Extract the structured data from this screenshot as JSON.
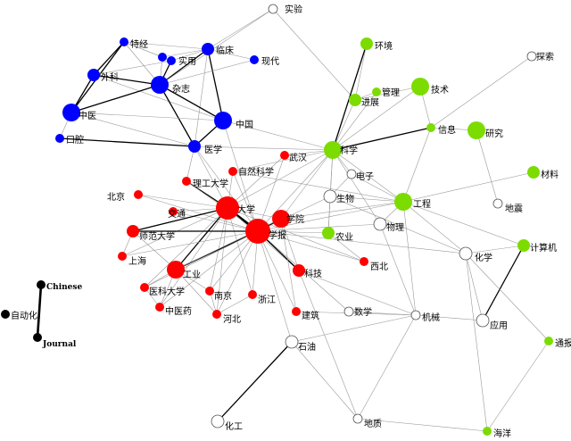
{
  "colors": {
    "blue": "#0000ff",
    "red": "#ff0000",
    "green": "#7cdc00",
    "white": "#ffffff",
    "black": "#000000",
    "edge_light": "#9a9a9a",
    "edge_dark": "#000000"
  },
  "nodes": [
    {
      "id": "shiyan",
      "label": "实验",
      "group": "white",
      "weight": 1
    },
    {
      "id": "tejing",
      "label": "特经",
      "group": "blue",
      "weight": 1
    },
    {
      "id": "bluetop",
      "label": "",
      "group": "blue",
      "weight": 1
    },
    {
      "id": "linchuang",
      "label": "临床",
      "group": "blue",
      "weight": 2
    },
    {
      "id": "shiyong",
      "label": "实用",
      "group": "blue",
      "weight": 1
    },
    {
      "id": "xiandai",
      "label": "现代",
      "group": "blue",
      "weight": 1
    },
    {
      "id": "waike",
      "label": "外科",
      "group": "blue",
      "weight": 2
    },
    {
      "id": "zazhi",
      "label": "杂志",
      "group": "blue",
      "weight": 3
    },
    {
      "id": "zhongyi",
      "label": "中医",
      "group": "blue",
      "weight": 3
    },
    {
      "id": "zhongguo",
      "label": "中国",
      "group": "blue",
      "weight": 3
    },
    {
      "id": "kouqiang",
      "label": "口腔",
      "group": "blue",
      "weight": 1
    },
    {
      "id": "yixue",
      "label": "医学",
      "group": "blue",
      "weight": 2
    },
    {
      "id": "huanjing",
      "label": "环境",
      "group": "green",
      "weight": 2
    },
    {
      "id": "guanli",
      "label": "管理",
      "group": "green",
      "weight": 1
    },
    {
      "id": "jishu",
      "label": "技术",
      "group": "green",
      "weight": 3
    },
    {
      "id": "jinzhan",
      "label": "进展",
      "group": "green",
      "weight": 2
    },
    {
      "id": "xinxi",
      "label": "信息",
      "group": "green",
      "weight": 1
    },
    {
      "id": "yanjiu",
      "label": "研究",
      "group": "green",
      "weight": 3
    },
    {
      "id": "kexue",
      "label": "科学",
      "group": "green",
      "weight": 3
    },
    {
      "id": "cailiao",
      "label": "材料",
      "group": "green",
      "weight": 2
    },
    {
      "id": "gongcheng",
      "label": "工程",
      "group": "green",
      "weight": 3
    },
    {
      "id": "nongye",
      "label": "农业",
      "group": "green",
      "weight": 2
    },
    {
      "id": "jisuanji",
      "label": "计算机",
      "group": "green",
      "weight": 2
    },
    {
      "id": "tongbao",
      "label": "通报",
      "group": "green",
      "weight": 1
    },
    {
      "id": "haiyang",
      "label": "海洋",
      "group": "green",
      "weight": 1
    },
    {
      "id": "tanso",
      "label": "探索",
      "group": "white",
      "weight": 1
    },
    {
      "id": "dianzi",
      "label": "电子",
      "group": "white",
      "weight": 1
    },
    {
      "id": "shengwu",
      "label": "生物",
      "group": "white",
      "weight": 2
    },
    {
      "id": "wuli",
      "label": "物理",
      "group": "white",
      "weight": 2
    },
    {
      "id": "dizhen",
      "label": "地震",
      "group": "white",
      "weight": 1
    },
    {
      "id": "huaxue",
      "label": "化学",
      "group": "white",
      "weight": 2
    },
    {
      "id": "shuxue",
      "label": "数学",
      "group": "white",
      "weight": 1
    },
    {
      "id": "jixie",
      "label": "机械",
      "group": "white",
      "weight": 1
    },
    {
      "id": "yingyong",
      "label": "应用",
      "group": "white",
      "weight": 2
    },
    {
      "id": "shiyou",
      "label": "石油",
      "group": "white",
      "weight": 2
    },
    {
      "id": "huagong",
      "label": "化工",
      "group": "white",
      "weight": 2
    },
    {
      "id": "dizhi",
      "label": "地质",
      "group": "white",
      "weight": 1
    },
    {
      "id": "wuhan",
      "label": "武汉",
      "group": "red",
      "weight": 1
    },
    {
      "id": "ziran",
      "label": "自然科学",
      "group": "red",
      "weight": 1
    },
    {
      "id": "ligong",
      "label": "理工大学",
      "group": "red",
      "weight": 1
    },
    {
      "id": "beijing",
      "label": "北京",
      "group": "red",
      "weight": 1
    },
    {
      "id": "jiaotong",
      "label": "交通",
      "group": "red",
      "weight": 1
    },
    {
      "id": "daxue",
      "label": "大学",
      "group": "red",
      "weight": 4
    },
    {
      "id": "xuebao",
      "label": "学报",
      "group": "red",
      "weight": 5
    },
    {
      "id": "xueyuan",
      "label": "学院",
      "group": "red",
      "weight": 3
    },
    {
      "id": "shifan",
      "label": "师范大学",
      "group": "red",
      "weight": 2
    },
    {
      "id": "shanghai",
      "label": "上海",
      "group": "red",
      "weight": 1
    },
    {
      "id": "xibei",
      "label": "西北",
      "group": "red",
      "weight": 1
    },
    {
      "id": "gongye",
      "label": "工业",
      "group": "red",
      "weight": 3
    },
    {
      "id": "keji",
      "label": "科技",
      "group": "red",
      "weight": 2
    },
    {
      "id": "yike",
      "label": "医科大学",
      "group": "red",
      "weight": 1
    },
    {
      "id": "nanjing",
      "label": "南京",
      "group": "red",
      "weight": 1
    },
    {
      "id": "zhejiang",
      "label": "浙江",
      "group": "red",
      "weight": 1
    },
    {
      "id": "zhongyiyao",
      "label": "中医药",
      "group": "red",
      "weight": 1
    },
    {
      "id": "hebei",
      "label": "河北",
      "group": "red",
      "weight": 1
    },
    {
      "id": "jianzhu",
      "label": "建筑",
      "group": "red",
      "weight": 1
    },
    {
      "id": "chinese",
      "label": "Chinese",
      "group": "black",
      "weight": 1
    },
    {
      "id": "zidonghua",
      "label": "自动化",
      "group": "black",
      "weight": 1
    },
    {
      "id": "journal",
      "label": "Journal",
      "group": "black",
      "weight": 1
    }
  ],
  "edges": [
    {
      "from": "tejing",
      "to": "zazhi",
      "strength": 1
    },
    {
      "from": "tejing",
      "to": "waike",
      "strength": 2
    },
    {
      "from": "tejing",
      "to": "zhongyi",
      "strength": 2
    },
    {
      "from": "tejing",
      "to": "linchuang",
      "strength": 1
    },
    {
      "from": "tejing",
      "to": "shiyong",
      "strength": 1
    },
    {
      "from": "bluetop",
      "to": "zazhi",
      "strength": 1
    },
    {
      "from": "bluetop",
      "to": "tejing",
      "strength": 1
    },
    {
      "from": "bluetop",
      "to": "linchuang",
      "strength": 1
    },
    {
      "from": "linchuang",
      "to": "zazhi",
      "strength": 2
    },
    {
      "from": "linchuang",
      "to": "zhongguo",
      "strength": 2
    },
    {
      "from": "linchuang",
      "to": "shiyan",
      "strength": 1
    },
    {
      "from": "linchuang",
      "to": "xiandai",
      "strength": 1
    },
    {
      "from": "linchuang",
      "to": "shiyong",
      "strength": 1
    },
    {
      "from": "linchuang",
      "to": "yixue",
      "strength": 1
    },
    {
      "from": "shiyong",
      "to": "zazhi",
      "strength": 2
    },
    {
      "from": "shiyong",
      "to": "waike",
      "strength": 1
    },
    {
      "from": "xiandai",
      "to": "zazhi",
      "strength": 1
    },
    {
      "from": "waike",
      "to": "zazhi",
      "strength": 2
    },
    {
      "from": "waike",
      "to": "zhongyi",
      "strength": 2
    },
    {
      "from": "waike",
      "to": "zhongguo",
      "strength": 1
    },
    {
      "from": "zazhi",
      "to": "zhongyi",
      "strength": 2
    },
    {
      "from": "zazhi",
      "to": "zhongguo",
      "strength": 2
    },
    {
      "from": "zazhi",
      "to": "yixue",
      "strength": 2
    },
    {
      "from": "zazhi",
      "to": "shiyan",
      "strength": 1
    },
    {
      "from": "zhongyi",
      "to": "kouqiang",
      "strength": 1
    },
    {
      "from": "zhongyi",
      "to": "yixue",
      "strength": 1
    },
    {
      "from": "zhongyi",
      "to": "zhongguo",
      "strength": 1
    },
    {
      "from": "zhongguo",
      "to": "yixue",
      "strength": 2
    },
    {
      "from": "kouqiang",
      "to": "yixue",
      "strength": 2
    },
    {
      "from": "yixue",
      "to": "kexue",
      "strength": 1
    },
    {
      "from": "yixue",
      "to": "xuebao",
      "strength": 1
    },
    {
      "from": "yixue",
      "to": "daxue",
      "strength": 1
    },
    {
      "from": "yixue",
      "to": "ligong",
      "strength": 1
    },
    {
      "from": "zhongguo",
      "to": "xuebao",
      "strength": 1
    },
    {
      "from": "zhongguo",
      "to": "kexue",
      "strength": 1
    },
    {
      "from": "shiyan",
      "to": "jinzhan",
      "strength": 1
    },
    {
      "from": "huanjing",
      "to": "kexue",
      "strength": 2
    },
    {
      "from": "huanjing",
      "to": "jinzhan",
      "strength": 1
    },
    {
      "from": "guanli",
      "to": "jinzhan",
      "strength": 1
    },
    {
      "from": "guanli",
      "to": "kexue",
      "strength": 1
    },
    {
      "from": "jishu",
      "to": "jinzhan",
      "strength": 1
    },
    {
      "from": "jishu",
      "to": "kexue",
      "strength": 1
    },
    {
      "from": "jishu",
      "to": "xinxi",
      "strength": 1
    },
    {
      "from": "jinzhan",
      "to": "kexue",
      "strength": 1
    },
    {
      "from": "xinxi",
      "to": "kexue",
      "strength": 2
    },
    {
      "from": "xinxi",
      "to": "yanjiu",
      "strength": 1
    },
    {
      "from": "xinxi",
      "to": "gongcheng",
      "strength": 1
    },
    {
      "from": "tanso",
      "to": "xinxi",
      "strength": 1
    },
    {
      "from": "yanjiu",
      "to": "dizhen",
      "strength": 1
    },
    {
      "from": "kexue",
      "to": "dianzi",
      "strength": 1
    },
    {
      "from": "kexue",
      "to": "shengwu",
      "strength": 1
    },
    {
      "from": "kexue",
      "to": "wuli",
      "strength": 1
    },
    {
      "from": "kexue",
      "to": "gongcheng",
      "strength": 1
    },
    {
      "from": "kexue",
      "to": "nongye",
      "strength": 1
    },
    {
      "from": "kexue",
      "to": "daxue",
      "strength": 1
    },
    {
      "from": "kexue",
      "to": "xuebao",
      "strength": 1
    },
    {
      "from": "kexue",
      "to": "wuhan",
      "strength": 1
    },
    {
      "from": "kexue",
      "to": "xueyuan",
      "strength": 1
    },
    {
      "from": "kexue",
      "to": "ziran",
      "strength": 1
    },
    {
      "from": "cailiao",
      "to": "gongcheng",
      "strength": 1
    },
    {
      "from": "gongcheng",
      "to": "shengwu",
      "strength": 1
    },
    {
      "from": "gongcheng",
      "to": "wuli",
      "strength": 1
    },
    {
      "from": "gongcheng",
      "to": "huaxue",
      "strength": 1
    },
    {
      "from": "gongcheng",
      "to": "xuebao",
      "strength": 1
    },
    {
      "from": "gongcheng",
      "to": "xueyuan",
      "strength": 1
    },
    {
      "from": "gongcheng",
      "to": "jisuanji",
      "strength": 1
    },
    {
      "from": "gongcheng",
      "to": "dianzi",
      "strength": 1
    },
    {
      "from": "gongcheng",
      "to": "jixie",
      "strength": 1
    },
    {
      "from": "gongcheng",
      "to": "ziran",
      "strength": 1
    },
    {
      "from": "jisuanji",
      "to": "huaxue",
      "strength": 1
    },
    {
      "from": "jisuanji",
      "to": "yingyong",
      "strength": 2
    },
    {
      "from": "tongbao",
      "to": "huaxue",
      "strength": 1
    },
    {
      "from": "tongbao",
      "to": "haiyang",
      "strength": 1
    },
    {
      "from": "huaxue",
      "to": "yingyong",
      "strength": 1
    },
    {
      "from": "huaxue",
      "to": "haiyang",
      "strength": 1
    },
    {
      "from": "huaxue",
      "to": "xuebao",
      "strength": 1
    },
    {
      "from": "huaxue",
      "to": "shengwu",
      "strength": 1
    },
    {
      "from": "shengwu",
      "to": "nongye",
      "strength": 1
    },
    {
      "from": "shengwu",
      "to": "xuebao",
      "strength": 1
    },
    {
      "from": "shengwu",
      "to": "dianzi",
      "strength": 1
    },
    {
      "from": "wuli",
      "to": "xuebao",
      "strength": 1
    },
    {
      "from": "wuli",
      "to": "jixie",
      "strength": 1
    },
    {
      "from": "nongye",
      "to": "xuebao",
      "strength": 1
    },
    {
      "from": "nongye",
      "to": "xibei",
      "strength": 1
    },
    {
      "from": "jixie",
      "to": "shuxue",
      "strength": 1
    },
    {
      "from": "jixie",
      "to": "yingyong",
      "strength": 1
    },
    {
      "from": "jixie",
      "to": "keji",
      "strength": 1
    },
    {
      "from": "jixie",
      "to": "jianzhu",
      "strength": 1
    },
    {
      "from": "shuxue",
      "to": "xuebao",
      "strength": 1
    },
    {
      "from": "shiyou",
      "to": "huagong",
      "strength": 2
    },
    {
      "from": "shiyou",
      "to": "xuebao",
      "strength": 1
    },
    {
      "from": "shiyou",
      "to": "dizhi",
      "strength": 1
    },
    {
      "from": "shiyou",
      "to": "jixie",
      "strength": 1
    },
    {
      "from": "dizhi",
      "to": "haiyang",
      "strength": 1
    },
    {
      "from": "dizhi",
      "to": "jixie",
      "strength": 1
    },
    {
      "from": "dizhi",
      "to": "keji",
      "strength": 1
    },
    {
      "from": "xibei",
      "to": "xuebao",
      "strength": 1
    },
    {
      "from": "xibei",
      "to": "daxue",
      "strength": 1
    },
    {
      "from": "wuhan",
      "to": "daxue",
      "strength": 1
    },
    {
      "from": "wuhan",
      "to": "xuebao",
      "strength": 1
    },
    {
      "from": "ziran",
      "to": "daxue",
      "strength": 1
    },
    {
      "from": "ziran",
      "to": "xuebao",
      "strength": 1
    },
    {
      "from": "ligong",
      "to": "daxue",
      "strength": 2
    },
    {
      "from": "ligong",
      "to": "xuebao",
      "strength": 1
    },
    {
      "from": "beijing",
      "to": "daxue",
      "strength": 1
    },
    {
      "from": "beijing",
      "to": "xuebao",
      "strength": 1
    },
    {
      "from": "jiaotong",
      "to": "daxue",
      "strength": 1
    },
    {
      "from": "jiaotong",
      "to": "xuebao",
      "strength": 1
    },
    {
      "from": "daxue",
      "to": "xuebao",
      "strength": 3
    },
    {
      "from": "daxue",
      "to": "xueyuan",
      "strength": 1
    },
    {
      "from": "daxue",
      "to": "shifan",
      "strength": 2
    },
    {
      "from": "daxue",
      "to": "shanghai",
      "strength": 1
    },
    {
      "from": "daxue",
      "to": "gongye",
      "strength": 2
    },
    {
      "from": "daxue",
      "to": "yike",
      "strength": 1
    },
    {
      "from": "daxue",
      "to": "nanjing",
      "strength": 1
    },
    {
      "from": "daxue",
      "to": "zhongyiyao",
      "strength": 1
    },
    {
      "from": "daxue",
      "to": "hebei",
      "strength": 1
    },
    {
      "from": "daxue",
      "to": "zhejiang",
      "strength": 1
    },
    {
      "from": "daxue",
      "to": "keji",
      "strength": 1
    },
    {
      "from": "xuebao",
      "to": "xueyuan",
      "strength": 2
    },
    {
      "from": "xuebao",
      "to": "shifan",
      "strength": 2
    },
    {
      "from": "xuebao",
      "to": "shanghai",
      "strength": 1
    },
    {
      "from": "xuebao",
      "to": "gongye",
      "strength": 2
    },
    {
      "from": "xuebao",
      "to": "keji",
      "strength": 2
    },
    {
      "from": "xuebao",
      "to": "yike",
      "strength": 1
    },
    {
      "from": "xuebao",
      "to": "nanjing",
      "strength": 1
    },
    {
      "from": "xuebao",
      "to": "zhejiang",
      "strength": 1
    },
    {
      "from": "xuebao",
      "to": "zhongyiyao",
      "strength": 1
    },
    {
      "from": "xuebao",
      "to": "hebei",
      "strength": 1
    },
    {
      "from": "xuebao",
      "to": "jianzhu",
      "strength": 1
    },
    {
      "from": "xueyuan",
      "to": "keji",
      "strength": 1
    },
    {
      "from": "xueyuan",
      "to": "jianzhu",
      "strength": 1
    },
    {
      "from": "xueyuan",
      "to": "gongye",
      "strength": 1
    },
    {
      "from": "shifan",
      "to": "gongye",
      "strength": 1
    },
    {
      "from": "shifan",
      "to": "shanghai",
      "strength": 1
    },
    {
      "from": "gongye",
      "to": "yike",
      "strength": 1
    },
    {
      "from": "gongye",
      "to": "nanjing",
      "strength": 1
    },
    {
      "from": "gongye",
      "to": "zhongyiyao",
      "strength": 1
    },
    {
      "from": "gongye",
      "to": "hebei",
      "strength": 1
    },
    {
      "from": "yike",
      "to": "zhongyiyao",
      "strength": 1
    },
    {
      "from": "nanjing",
      "to": "hebei",
      "strength": 1
    },
    {
      "from": "zhejiang",
      "to": "hebei",
      "strength": 1
    },
    {
      "from": "chinese",
      "to": "journal",
      "strength": 3
    }
  ]
}
